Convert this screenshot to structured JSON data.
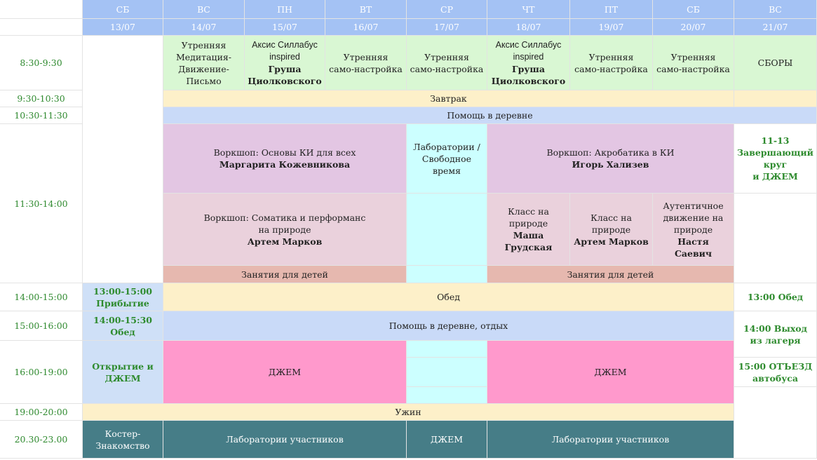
{
  "header": {
    "days": [
      "СБ",
      "ВС",
      "ПН",
      "ВТ",
      "СР",
      "ЧТ",
      "ПТ",
      "СБ",
      "ВС"
    ],
    "dates": [
      "13/07",
      "14/07",
      "15/07",
      "16/07",
      "17/07",
      "18/07",
      "19/07",
      "20/07",
      "21/07"
    ]
  },
  "times": {
    "t1": "8:30-9:30",
    "t2": "9:30-10:30",
    "t3": "10:30-11:30",
    "t4": "11:30-14:00",
    "t5": "14:00-15:00",
    "t6": "15:00-16:00",
    "t7": "16:00-19:00",
    "t8": "19:00-20:00",
    "t9": "20.30-23.00"
  },
  "morning": {
    "sun1": "Утренняя Медитация-Движение-Письмо",
    "axis_line1": "Аксис Силлабус",
    "axis_line2": "inspired",
    "axis_name1": "Груша",
    "axis_name2": "Циолковского",
    "self_line1": "Утренняя",
    "self_line2": "само-настройка",
    "sun2": "СБОРЫ"
  },
  "rows": {
    "breakfast": "Завтрак",
    "village_help": "Помощь в деревне",
    "lunch": "Обед",
    "village_rest": "Помощь в деревне, отдых",
    "dinner": "Ужин"
  },
  "workshops": {
    "ki_title": "Воркшоп: Основы КИ для всех",
    "ki_lead": "Маргарита Кожевникова",
    "labs_free": "Лаборатории / Свободное время",
    "acro_title": "Воркшоп: Акробатика в КИ",
    "acro_lead": "Игорь Хализев",
    "somatic_line1": "Воркшоп: Соматика и перформанс",
    "somatic_line2": "на природе",
    "somatic_lead": "Артем Марков",
    "class_nature_line1": "Класс на",
    "class_nature_line2": "природе",
    "class1_lead": "Маша Грудская",
    "class2_lead": "Артем Марков",
    "authentic": "Аутентичное движение на природе",
    "authentic_lead": "Настя Саевич",
    "kids": "Занятия для детей"
  },
  "arrival": {
    "arrive_time": "13:00-15:00",
    "arrive_label": "Прибытие",
    "lunch_time": "14:00-15:30",
    "lunch_label": "Обед",
    "opening": "Открытие и ДЖЕМ"
  },
  "final_day": {
    "circle_time": "11-13",
    "circle_label": "Завершающий круг",
    "circle_jam": "и ДЖЕМ",
    "lunch": "13:00 Обед",
    "leave": "14:00 Выход из лагеря",
    "bus": "15:00 ОТЪЕЗД автобуса"
  },
  "evening": {
    "jam": "ДЖЕМ",
    "campfire": "Костер-Знакомство",
    "labs": "Лаборатории участников",
    "jam_wed": "ДЖЕМ"
  }
}
